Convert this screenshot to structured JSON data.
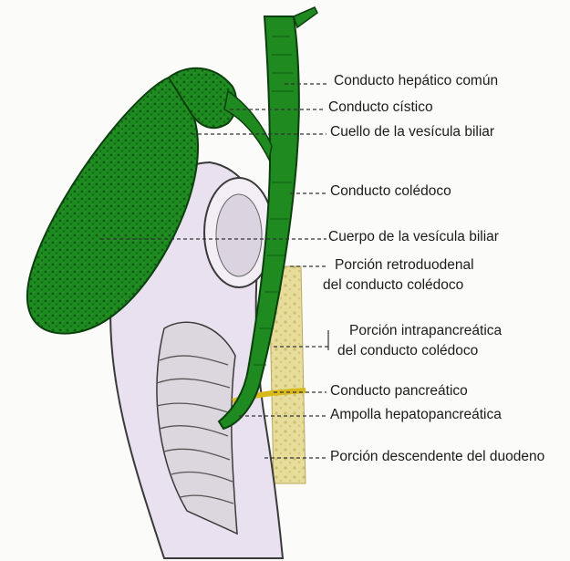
{
  "labels": {
    "hepatic_common": "Conducto hepático común",
    "cystic": "Conducto cístico",
    "gb_neck": "Cuello de la vesícula biliar",
    "bile_duct": "Conducto colédoco",
    "gb_body": "Cuerpo de la vesícula biliar",
    "retro_line1": "Porción retroduodenal",
    "retro_line2": "del conducto colédoco",
    "intra_line1": "Porción intrapancreática",
    "intra_line2": "del conducto colédoco",
    "pancreatic_duct": "Conducto pancreático",
    "ampulla": "Ampolla hepatopancreática",
    "duodenum_desc": "Porción descendente del duodeno"
  },
  "colors": {
    "gallbladder": "#1f8a1f",
    "gallbladder_dark": "#0f4f12",
    "duodenum": "#e9dfee",
    "pancreas": "#e7dc9a",
    "pancreatic_duct": "#d9b81a",
    "leader": "#333333"
  }
}
